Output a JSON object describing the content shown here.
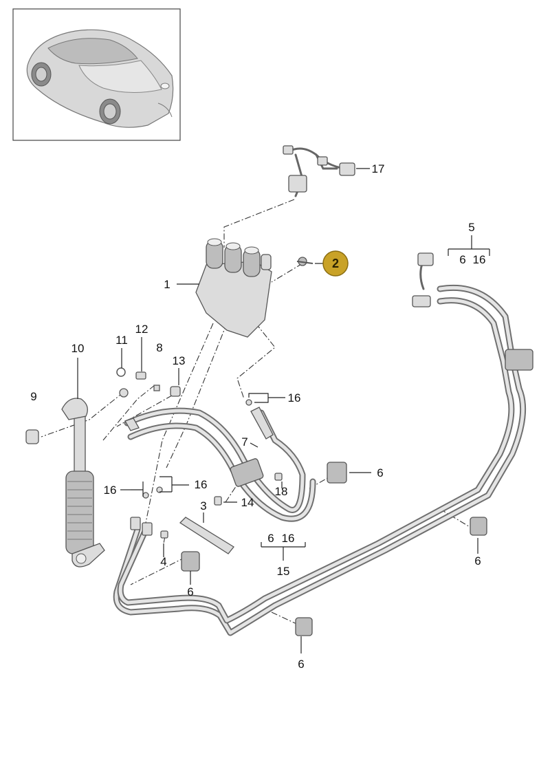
{
  "diagram": {
    "inset_label": "",
    "accent_color": "#c9a227",
    "highlighted_part": "2",
    "callouts": [
      {
        "id": "c1",
        "text": "1"
      },
      {
        "id": "c2",
        "text": "2"
      },
      {
        "id": "c3",
        "text": "3"
      },
      {
        "id": "c4",
        "text": "4"
      },
      {
        "id": "c5",
        "text": "5"
      },
      {
        "id": "c5a",
        "text": "6"
      },
      {
        "id": "c5b",
        "text": "16"
      },
      {
        "id": "c6a",
        "text": "6"
      },
      {
        "id": "c6b",
        "text": "6"
      },
      {
        "id": "c6c",
        "text": "6"
      },
      {
        "id": "c6d",
        "text": "6"
      },
      {
        "id": "c7",
        "text": "7"
      },
      {
        "id": "c8",
        "text": "8"
      },
      {
        "id": "c9",
        "text": "9"
      },
      {
        "id": "c10",
        "text": "10"
      },
      {
        "id": "c11",
        "text": "11"
      },
      {
        "id": "c12",
        "text": "12"
      },
      {
        "id": "c13",
        "text": "13"
      },
      {
        "id": "c14",
        "text": "14"
      },
      {
        "id": "c15",
        "text": "15"
      },
      {
        "id": "c15a",
        "text": "6"
      },
      {
        "id": "c15b",
        "text": "16"
      },
      {
        "id": "c16a",
        "text": "16"
      },
      {
        "id": "c16b",
        "text": "16"
      },
      {
        "id": "c16c",
        "text": "16"
      },
      {
        "id": "c17",
        "text": "17"
      },
      {
        "id": "c18",
        "text": "18"
      }
    ]
  }
}
